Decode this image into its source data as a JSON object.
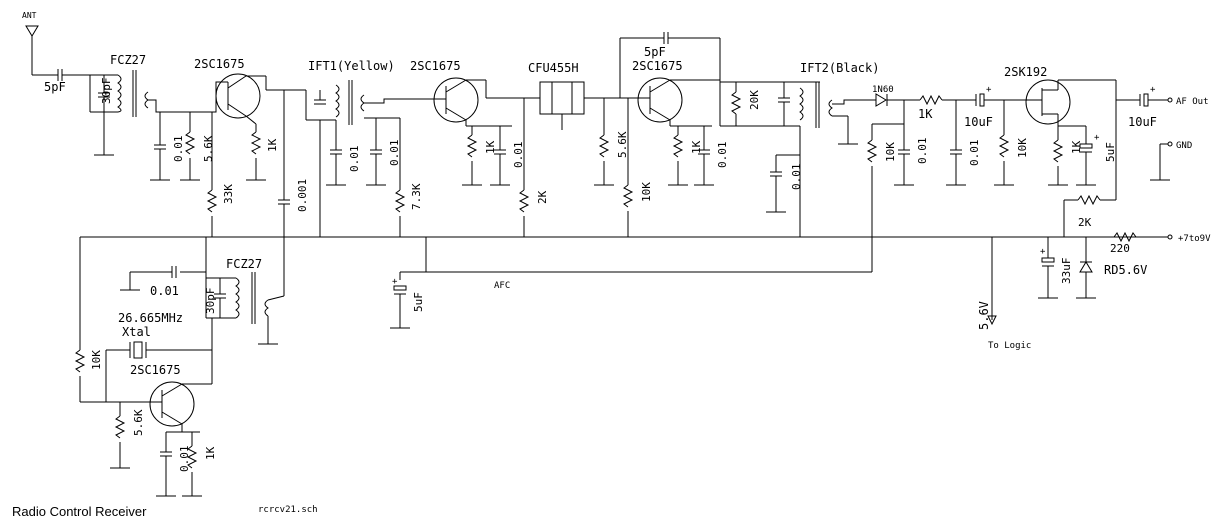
{
  "title": "Radio Control Receiver",
  "filename": "rcrcv21.sch",
  "terminals": {
    "ant": "ANT",
    "af_out": "AF Out",
    "gnd": "GND",
    "supply": "+7to9V",
    "afc": "AFC",
    "logic_voltage": "5.6V",
    "logic_label": "To Logic"
  },
  "components": {
    "c_ant": "5pF",
    "coil1": "FCZ27",
    "c_tank1": "30pF",
    "q1": "2SC1675",
    "c_q1b": "0.01",
    "r_q1b": "5.6K",
    "r_q1bias": "33K",
    "r_q1e": "1K",
    "c_q1dec": "0.001",
    "ift1": "IFT1(Yellow)",
    "c_ift1": "0.01",
    "q2": "2SC1675",
    "c_q2b": "0.01",
    "r_q2bias": "7.3K",
    "r_q2e": "1K",
    "c_q2e": "0.01",
    "r_q2c": "2K",
    "filter": "CFU455H",
    "c_fb": "5pF",
    "q3": "2SC1675",
    "r_q3b": "5.6K",
    "r_q3bias": "10K",
    "r_q3e": "1K",
    "c_q3e": "0.01",
    "r_ift2": "20K",
    "ift2": "IFT2(Black)",
    "c_ift2": "0.01",
    "diode": "1N60",
    "r_det": "1K",
    "r_det_load": "10K",
    "c_det": "0.01",
    "c_couple": "10uF",
    "c_gate": "0.01",
    "r_gate": "10K",
    "fet": "2SK192",
    "r_src": "1K",
    "c_src": "5uF",
    "c_out": "10uF",
    "r_drain": "2K",
    "r_supply": "220",
    "c_supply": "33uF",
    "zener": "RD5.6V",
    "c_afc": "5uF",
    "c_osc_dec": "0.01",
    "coil2": "FCZ27",
    "c_tank2": "30pF",
    "xtal_freq": "26.665MHz",
    "xtal": "Xtal",
    "q4": "2SC1675",
    "r_osc_bias": "10K",
    "r_osc_b": "5.6K",
    "c_osc_e": "0.01",
    "r_osc_e": "1K"
  }
}
